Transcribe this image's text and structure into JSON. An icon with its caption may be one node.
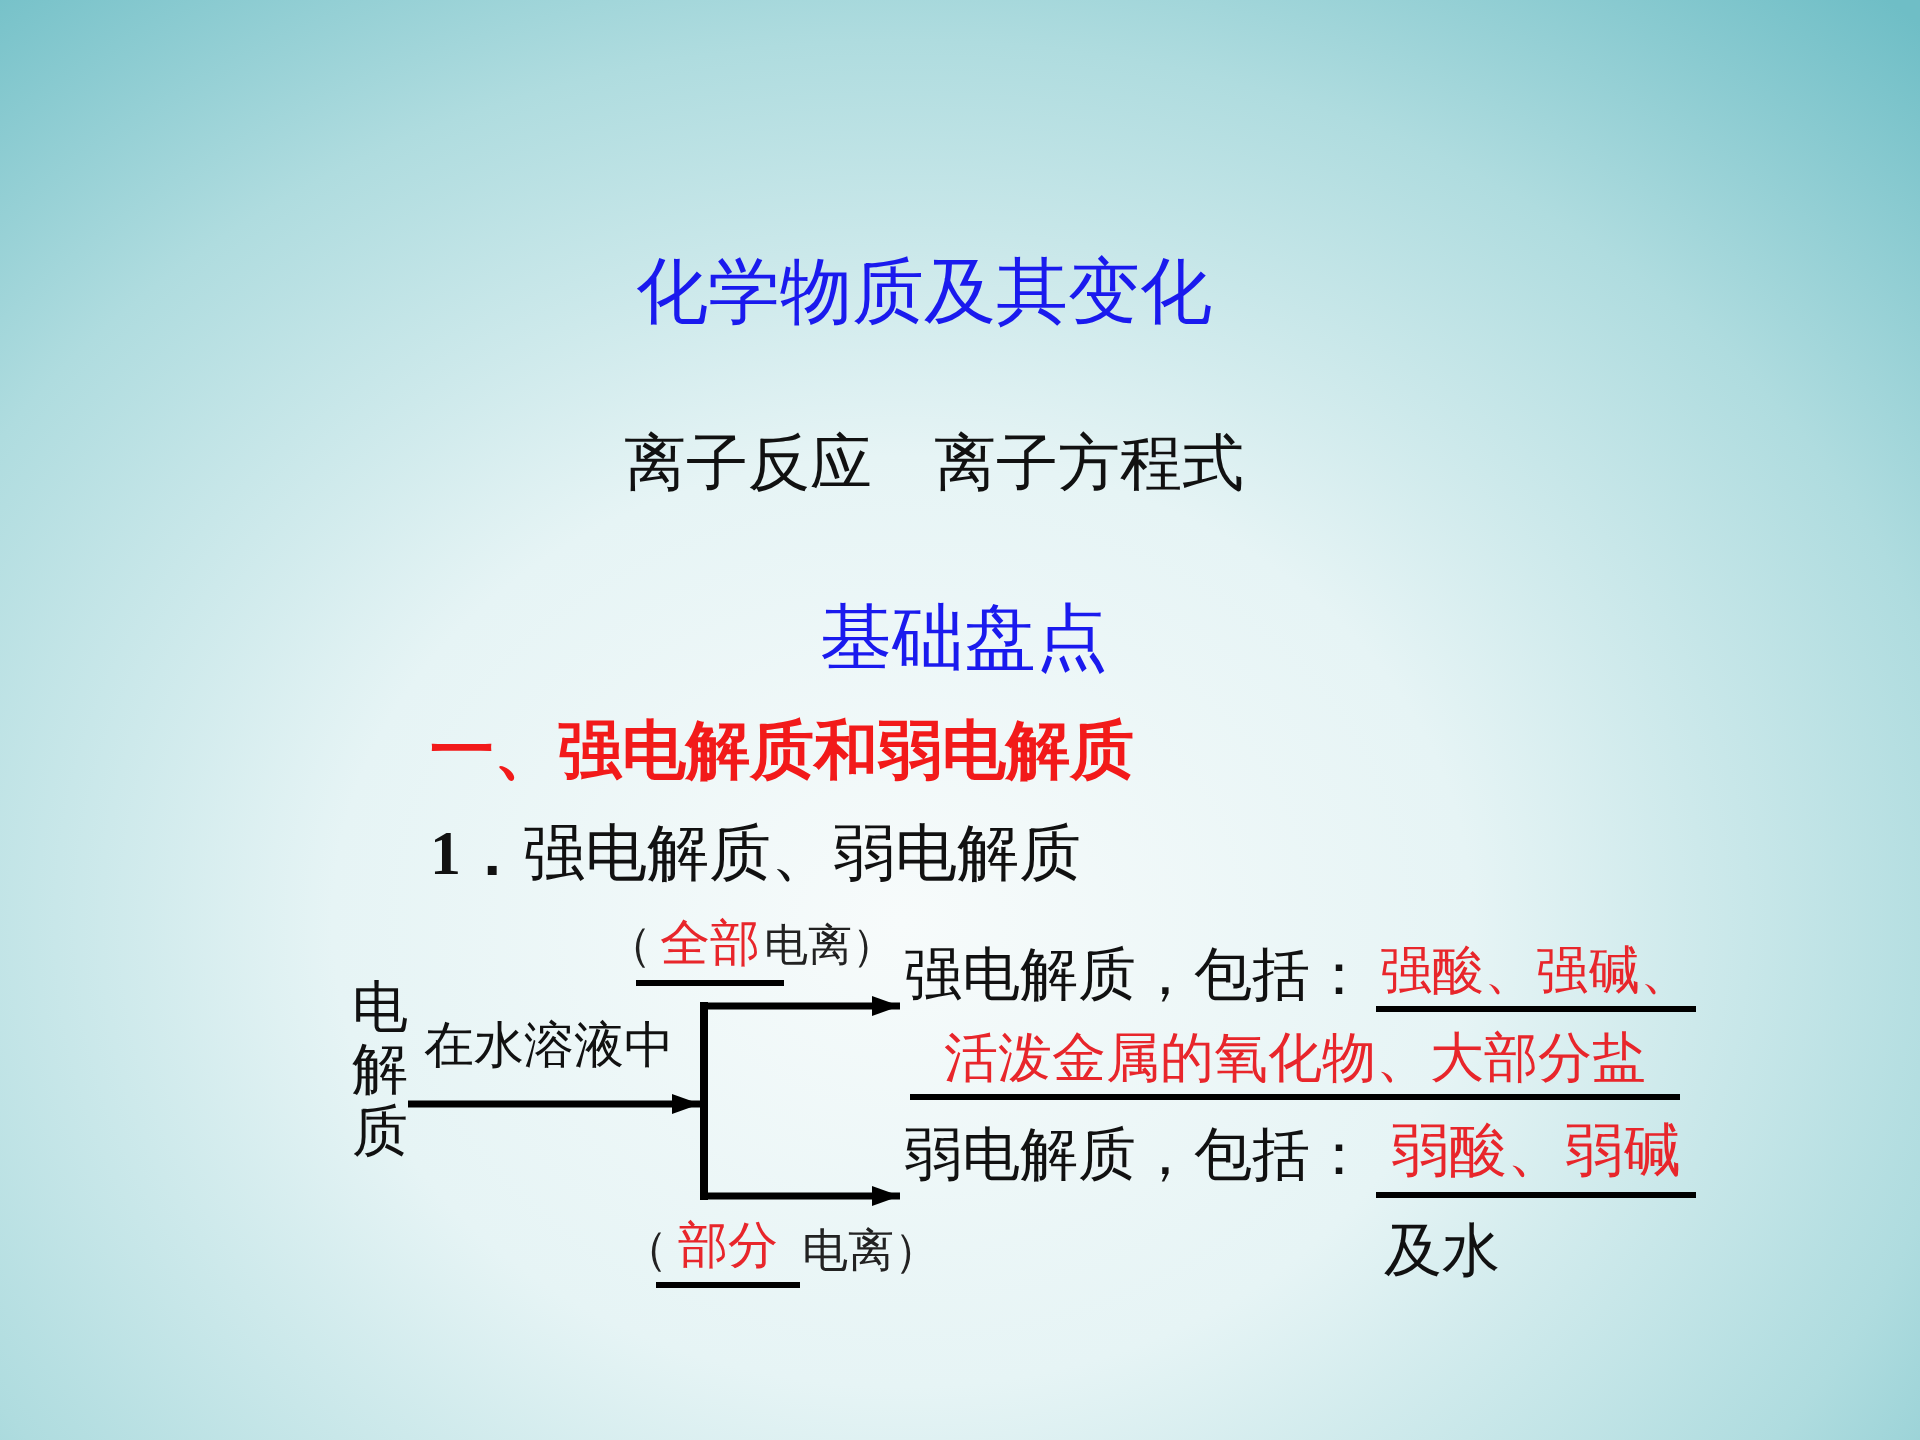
{
  "diagram": {
    "title": "化学物质及其变化",
    "nodes": [
      {
        "text": [
          "电解质"
        ]
      },
      {
        "text": [],
        "shape": "bar"
      },
      {
        "text": [
          "强电解质，包括：",
          "强酸、强碱、",
          "活泼金属的氧化物、大部分盐"
        ]
      },
      {
        "text": [
          "弱电解质，包括：",
          "弱酸、弱碱",
          "及水"
        ]
      }
    ],
    "edges": [
      {
        "from": 0,
        "to": 1,
        "arrow": "to",
        "label": "在水溶液中"
      },
      {
        "from": 1,
        "to": 2,
        "arrow": "to"
      },
      {
        "from": 1,
        "to": 3,
        "arrow": "to"
      }
    ],
    "labels": [
      "离子反应　离子方程式",
      "基础盘点",
      "一、强电解质和弱电解质",
      "**1．**强电解质、弱电解质",
      "（",
      "全部",
      "电离）",
      "（",
      "部分",
      "电离）"
    ]
  }
}
